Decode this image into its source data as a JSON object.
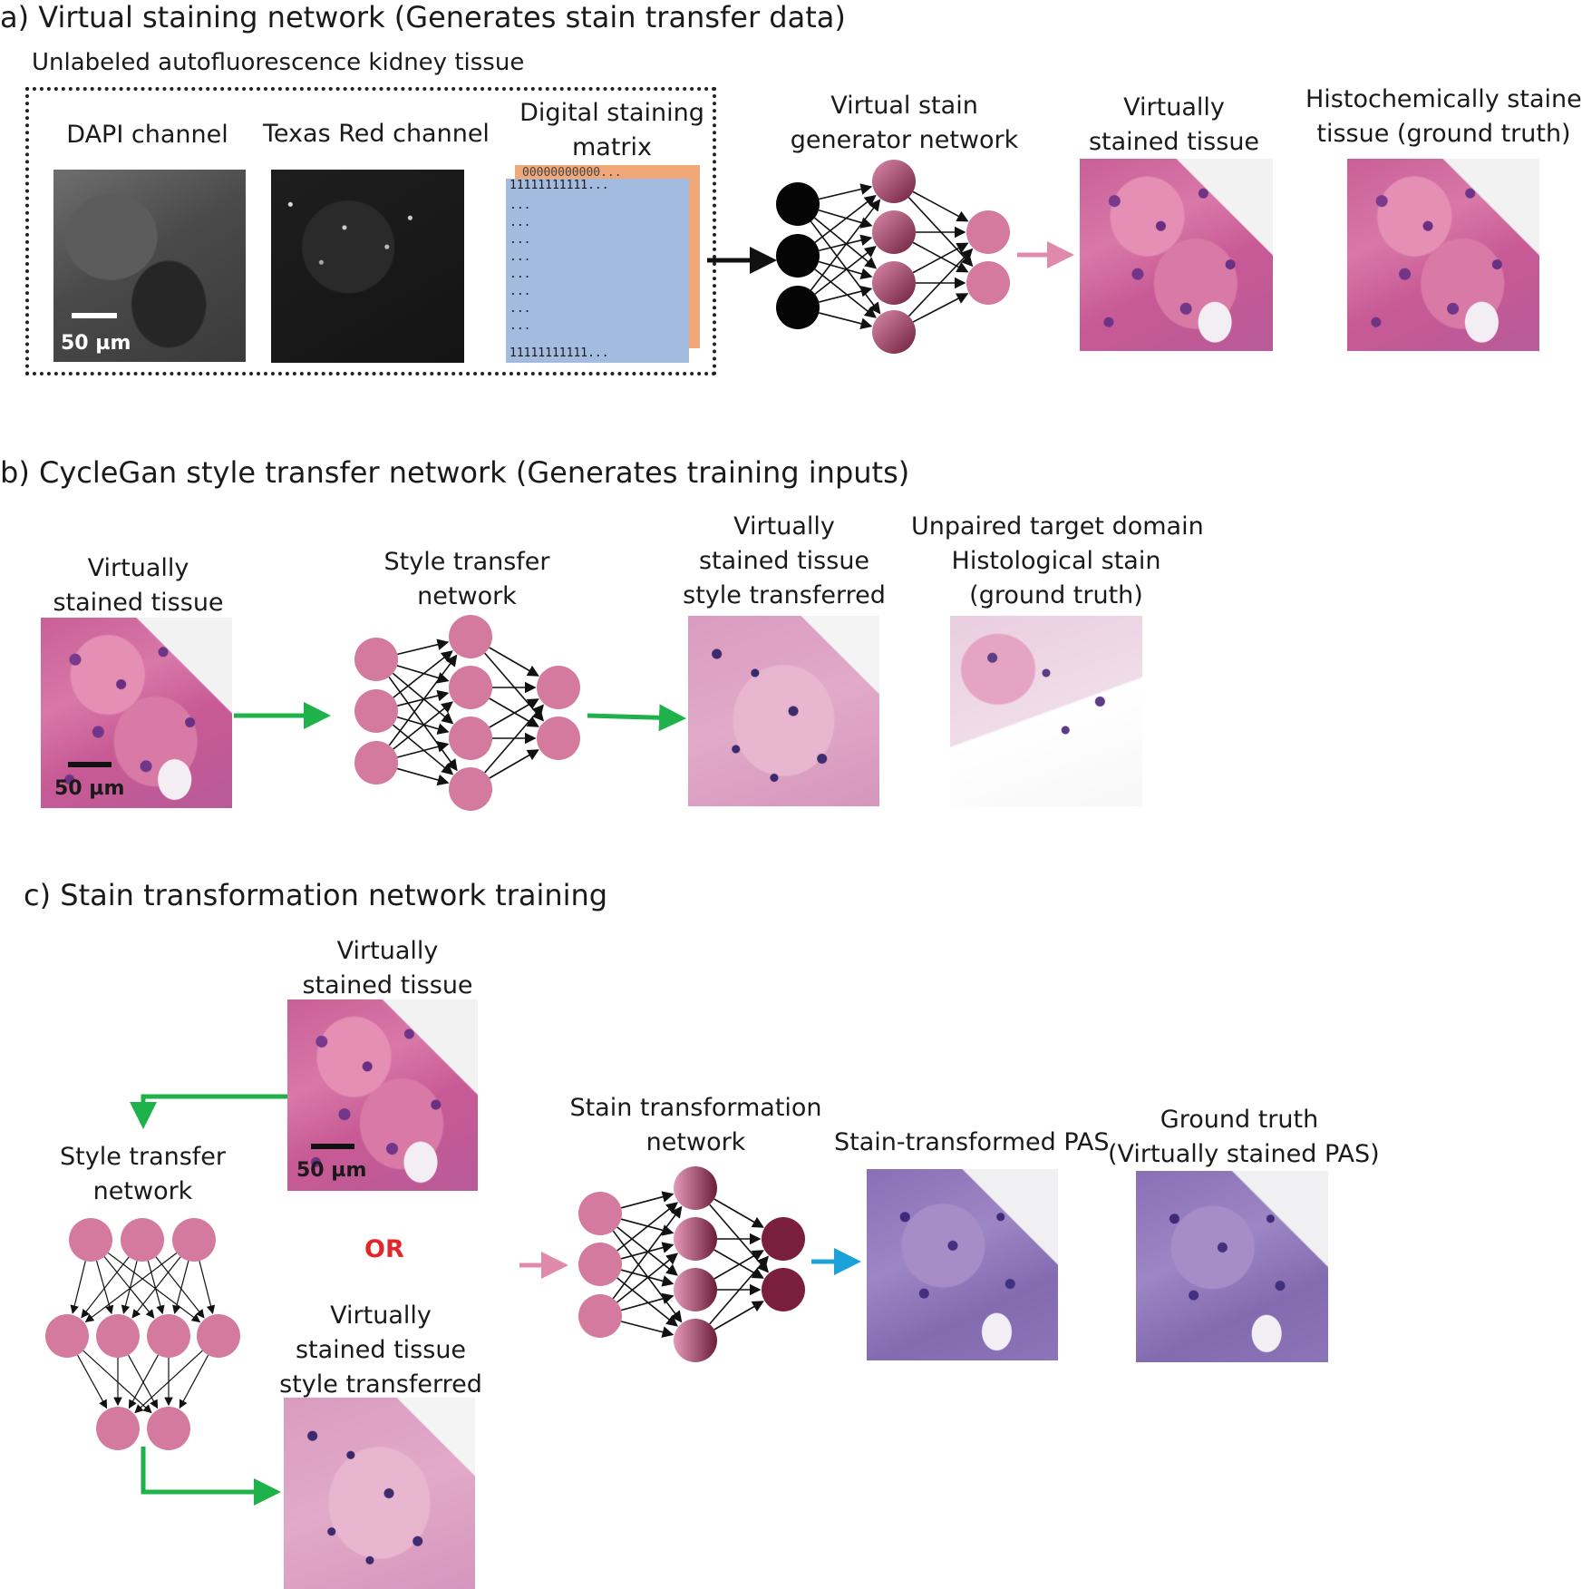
{
  "panel_a": {
    "title": "a) Virtual staining network (Generates stain transfer data)",
    "dashed_box_label": "Unlabeled autofluorescence kidney tissue",
    "dapi_label": "DAPI channel",
    "texas_label": "Texas Red channel",
    "matrix_label": [
      "Digital staining",
      "matrix"
    ],
    "matrix_back_row": "00000000000...",
    "matrix_front_top": "11111111111...",
    "matrix_front_bottom": "11111111111...",
    "matrix_dots": "...",
    "scale_bar": "50 µm",
    "generator_label": [
      "Virtual stain",
      "generator network"
    ],
    "virtual_label": [
      "Virtually",
      "stained tissue"
    ],
    "histo_label": [
      "Histochemically stained",
      "tissue (ground truth)"
    ]
  },
  "panel_b": {
    "title": "b) CycleGan style transfer network (Generates training inputs)",
    "input_label": [
      "Virtually",
      "stained tissue"
    ],
    "scale_bar": "50 µm",
    "network_label": [
      "Style transfer",
      "network"
    ],
    "output_label": [
      "Virtually",
      "stained tissue",
      "style transferred"
    ],
    "target_label": [
      "Unpaired target domain",
      "Histological stain",
      "(ground truth)"
    ]
  },
  "panel_c": {
    "title": "c) Stain transformation network training",
    "input_top_label": [
      "Virtually",
      "stained tissue"
    ],
    "scale_bar": "50 µm",
    "style_net_label": [
      "Style transfer",
      "network"
    ],
    "or_label": "OR",
    "input_bottom_label": [
      "Virtually",
      "stained tissue",
      "style transferred"
    ],
    "stain_net_label": [
      "Stain transformation",
      "network"
    ],
    "output_label": "Stain-transformed PAS",
    "gt_label": [
      "Ground truth",
      "(Virtually stained PAS)"
    ]
  },
  "colors": {
    "pink_node": "#d47a9f",
    "dark_node": "#7a1f3d",
    "green_arrow": "#1fb24a",
    "pink_arrow": "#e08aab",
    "blue_arrow": "#1ba3d9",
    "or_red": "#e3262b",
    "matrix_blue": "#a3bbdf",
    "matrix_orange": "#f0a878"
  }
}
